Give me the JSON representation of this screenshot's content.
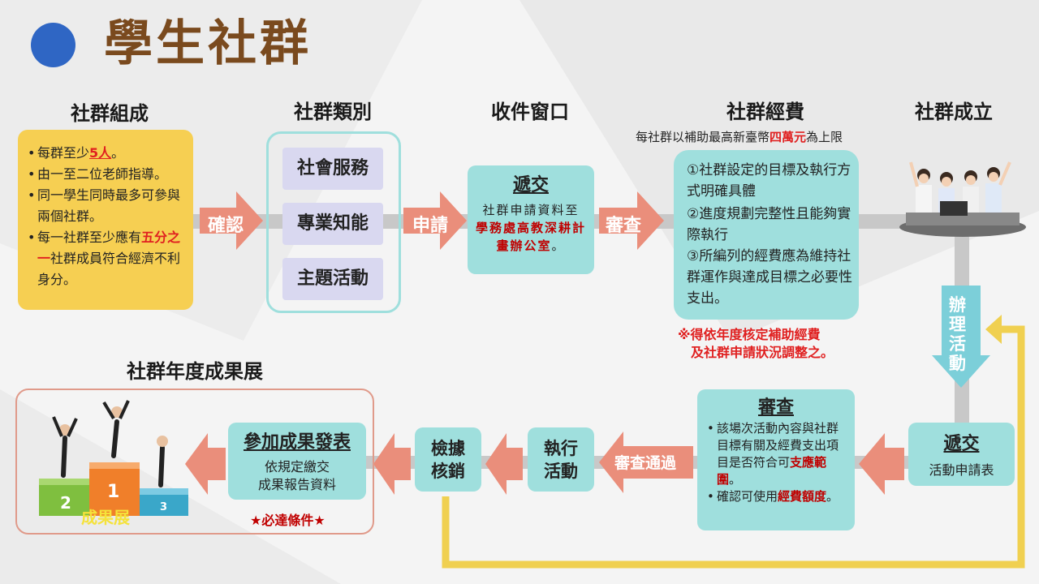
{
  "title": "學生社群",
  "headings": {
    "composition": "社群組成",
    "category": "社群類別",
    "window": "收件窗口",
    "funding": "社群經費",
    "established": "社群成立",
    "annual": "社群年度成果展"
  },
  "funding_note": {
    "pre": "每社群以補助最高新臺幣",
    "amount": "四萬元",
    "post": "為上限"
  },
  "composition": {
    "b1_pre": "每群至少",
    "b1_hl": "5人",
    "b1_post": "。",
    "b2": "由一至二位老師指導。",
    "b3": "同一學生同時最多可參與兩個社群。",
    "b4_pre": "每一社群至少應有",
    "b4_hl": "五分之一",
    "b4_post": "社群成員符合經濟不利身分。"
  },
  "categories": [
    "社會服務",
    "專業知能",
    "主題活動"
  ],
  "arrows": {
    "confirm": "確認",
    "apply": "申請",
    "review": "審查",
    "activity": "辦理活動",
    "review_pass": "審查通過"
  },
  "submit1": {
    "title": "遞交",
    "body_pre": "社群申請資料至",
    "body_hl": "學務處高教深耕計畫辦公室",
    "body_post": "。"
  },
  "criteria": {
    "c1": "①社群設定的目標及執行方式明確具體",
    "c2": "②進度規劃完整性且能夠實際執行",
    "c3": "③所編列的經費應為維持社群運作與達成目標之必要性支出。"
  },
  "funding_remark": {
    "line1": "※得依年度核定補助經費",
    "line2": "及社群申請狀況調整之。"
  },
  "submit2": {
    "title": "遞交",
    "body": "活動申請表"
  },
  "review_box": {
    "title": "審查",
    "b1_pre": "該場次活動內容與社群目標有關及經費支出項目是否符合可",
    "b1_hl": "支應範圍",
    "b1_post": "。",
    "b2_pre": "確認可使用",
    "b2_hl": "經費額度",
    "b2_post": "。"
  },
  "execute": "執行活動",
  "verify": "檢據核銷",
  "presentation": {
    "title": "參加成果發表",
    "body1": "依規定繳交",
    "body2": "成果報告資料",
    "required": "★必達條件★"
  },
  "podium": {
    "first": "1",
    "second": "2",
    "third": "3",
    "label": "成果展"
  },
  "colors": {
    "arrow": "#ea8e7b",
    "teal": "#9fdfdd",
    "yellow_box": "#f6cf52",
    "loop": "#f0d050",
    "title_dot": "#2f66c4",
    "title_text": "#7a4a1e",
    "highlight": "#e02020"
  }
}
